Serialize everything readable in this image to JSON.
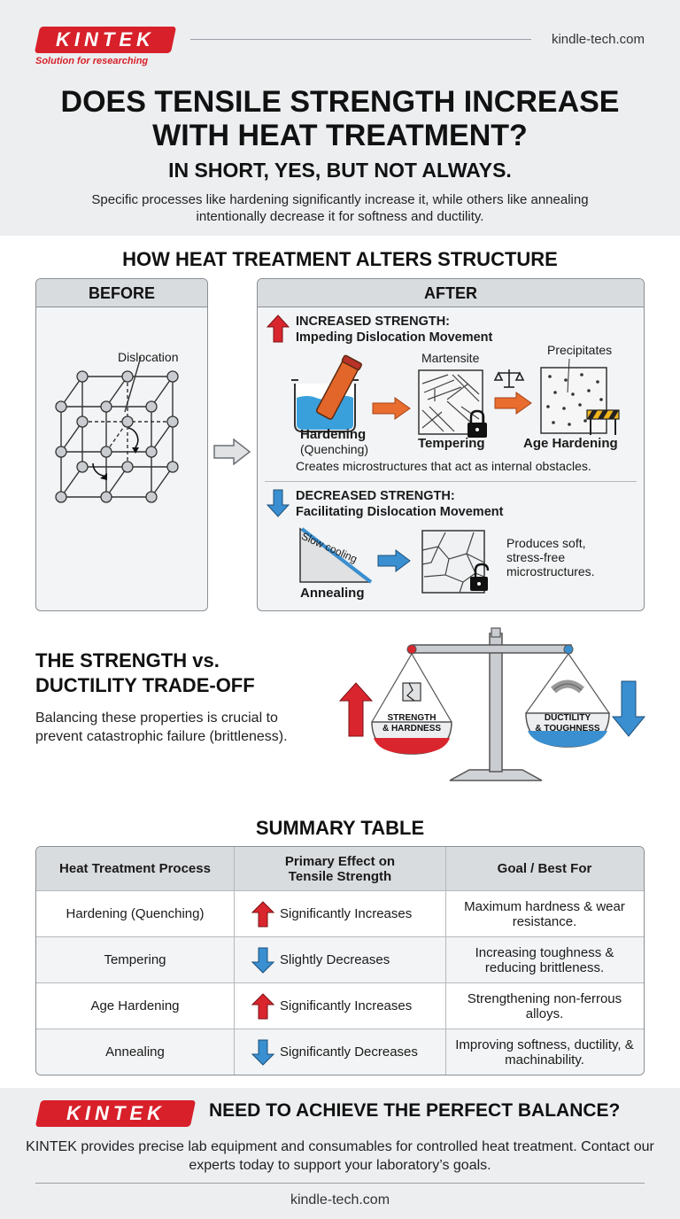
{
  "brand": {
    "logo_text": "KINTEK",
    "tagline": "Solution for researching",
    "site": "kindle-tech.com"
  },
  "hero": {
    "title_line1": "DOES TENSILE STRENGTH INCREASE",
    "title_line2": "WITH HEAT TREATMENT?",
    "subtitle": "IN SHORT, YES, BUT NOT ALWAYS.",
    "intro": "Specific processes like hardening significantly increase it, while others like annealing intentionally decrease it for softness and ductility."
  },
  "structure": {
    "title": "HOW HEAT TREATMENT ALTERS STRUCTURE",
    "before_label": "BEFORE",
    "after_label": "AFTER",
    "dislocation_label": "Dislocation",
    "increased_heading_1": "INCREASED STRENGTH:",
    "increased_heading_2": "Impeding Dislocation Movement",
    "martensite_label": "Martensite",
    "precipitates_label": "Precipitates",
    "hardening_label": "Hardening",
    "quenching_label": "(Quenching)",
    "tempering_label": "Tempering",
    "age_hardening_label": "Age Hardening",
    "increase_caption": "Creates microstructures that act as internal obstacles.",
    "decreased_heading_1": "DECREASED STRENGTH:",
    "decreased_heading_2": "Facilitating Dislocation Movement",
    "slow_cooling_label": "Slow cooling",
    "annealing_label": "Annealing",
    "decrease_caption": "Produces soft, stress-free microstructures."
  },
  "tradeoff": {
    "title_line1": "THE STRENGTH vs.",
    "title_line2": "DUCTILITY TRADE-OFF",
    "text": "Balancing these properties is crucial to prevent catastrophic failure (brittleness).",
    "left_pan_line1": "STRENGTH",
    "left_pan_line2": "& HARDNESS",
    "right_pan_line1": "DUCTILITY",
    "right_pan_line2": "& TOUGHNESS"
  },
  "summary": {
    "title": "SUMMARY TABLE",
    "headers": [
      "Heat Treatment Process",
      "Primary Effect on Tensile Strength",
      "Goal / Best For"
    ],
    "rows": [
      {
        "process": "Hardening (Quenching)",
        "direction": "up",
        "effect": "Significantly Increases",
        "goal": "Maximum hardness & wear resistance."
      },
      {
        "process": "Tempering",
        "direction": "down",
        "effect": "Slightly Decreases",
        "goal": "Increasing toughness & reducing brittleness."
      },
      {
        "process": "Age Hardening",
        "direction": "up",
        "effect": "Significantly Increases",
        "goal": "Strengthening non-ferrous alloys."
      },
      {
        "process": "Annealing",
        "direction": "down",
        "effect": "Significantly Decreases",
        "goal": "Improving softness, ductility, & machinability."
      }
    ]
  },
  "cta": {
    "title": "NEED TO ACHIEVE THE PERFECT BALANCE?",
    "text": "KINTEK provides precise lab equipment and consumables for controlled heat treatment. Contact our experts today to support your laboratory’s goals."
  },
  "colors": {
    "brand_red": "#d8202a",
    "increase_red": "#d9262e",
    "decrease_blue": "#3a8fd0"
  }
}
